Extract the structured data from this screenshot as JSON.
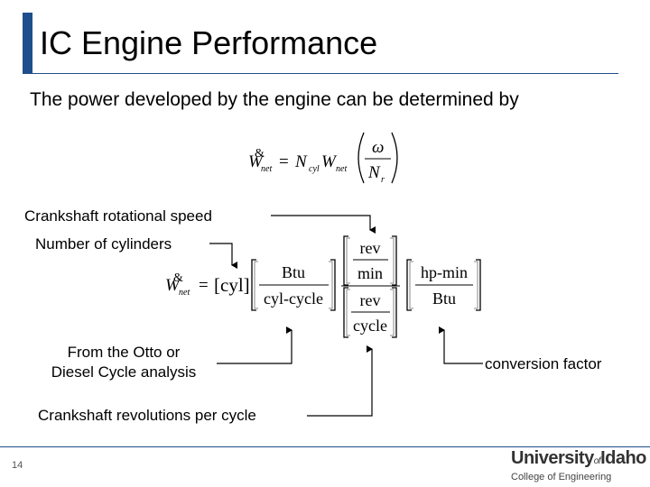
{
  "slide": {
    "title": "IC Engine Performance",
    "intro": "The power developed by the engine can be determined by",
    "slide_number": "14"
  },
  "equation1": {
    "lhs": "W",
    "lhs_sub": "net",
    "equals": "=",
    "n": "N",
    "n_sub": "cyl",
    "w": "W",
    "w_sub": "net",
    "omega": "ω",
    "nr": "N",
    "nr_sub": "r"
  },
  "equation2": {
    "lhs": "W",
    "lhs_sub": "net",
    "equals": "=",
    "cyl": "[cyl]",
    "btu": "Btu",
    "cyl_cycle": "cyl-cycle",
    "rev_top": "rev",
    "min": "min",
    "rev_bottom": "rev",
    "cycle": "cycle",
    "hp_min": "hp-min",
    "btu2": "Btu"
  },
  "annotations": {
    "crankshaft_speed": "Crankshaft rotational speed",
    "num_cylinders": "Number of cylinders",
    "otto_line1": "From the Otto or",
    "otto_line2": "Diesel Cycle analysis",
    "conversion": "conversion factor",
    "crank_revs": "Crankshaft revolutions per cycle"
  },
  "logo": {
    "university": "University",
    "of": "of",
    "idaho": "Idaho",
    "college": "College of Engineering"
  },
  "colors": {
    "accent": "#1f4e8c"
  }
}
